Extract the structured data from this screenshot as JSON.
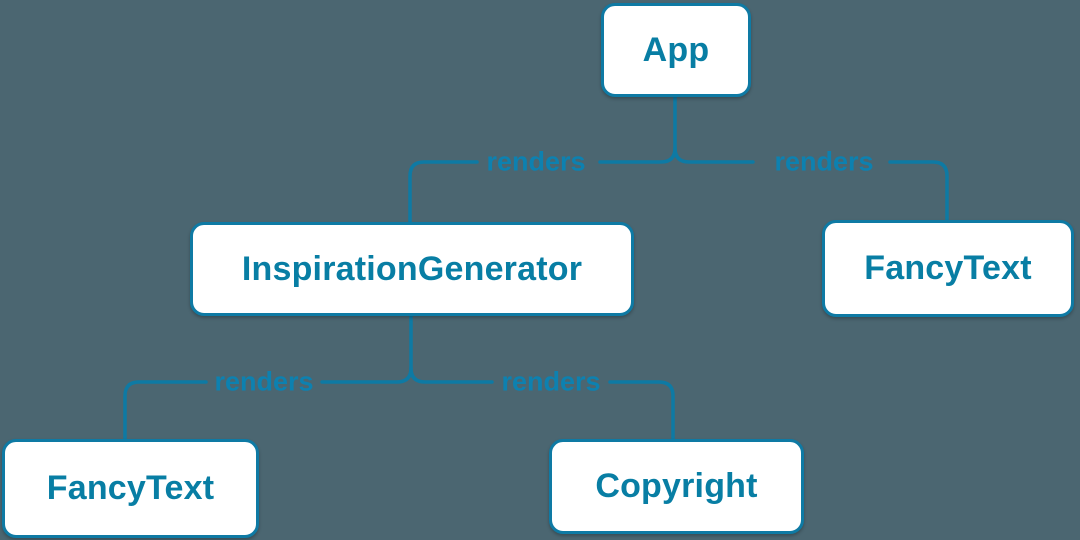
{
  "diagram": {
    "type": "component-render-tree",
    "nodes": [
      {
        "id": "app",
        "label": "App"
      },
      {
        "id": "inspiration-generator",
        "label": "InspirationGenerator"
      },
      {
        "id": "fancy-text-top",
        "label": "FancyText"
      },
      {
        "id": "fancy-text-bottom",
        "label": "FancyText"
      },
      {
        "id": "copyright",
        "label": "Copyright"
      }
    ],
    "edges": [
      {
        "from": "App",
        "to": "InspirationGenerator",
        "label": "renders"
      },
      {
        "from": "App",
        "to": "FancyText",
        "label": "renders"
      },
      {
        "from": "InspirationGenerator",
        "to": "FancyText",
        "label": "renders"
      },
      {
        "from": "InspirationGenerator",
        "to": "Copyright",
        "label": "renders"
      }
    ],
    "colors": {
      "background": "#4b6671",
      "box_fill": "#ffffff",
      "box_border": "#0e7aa4",
      "box_text": "#087ea4",
      "edge": "#0e7aa4",
      "edge_label": "#0d81b0"
    }
  }
}
